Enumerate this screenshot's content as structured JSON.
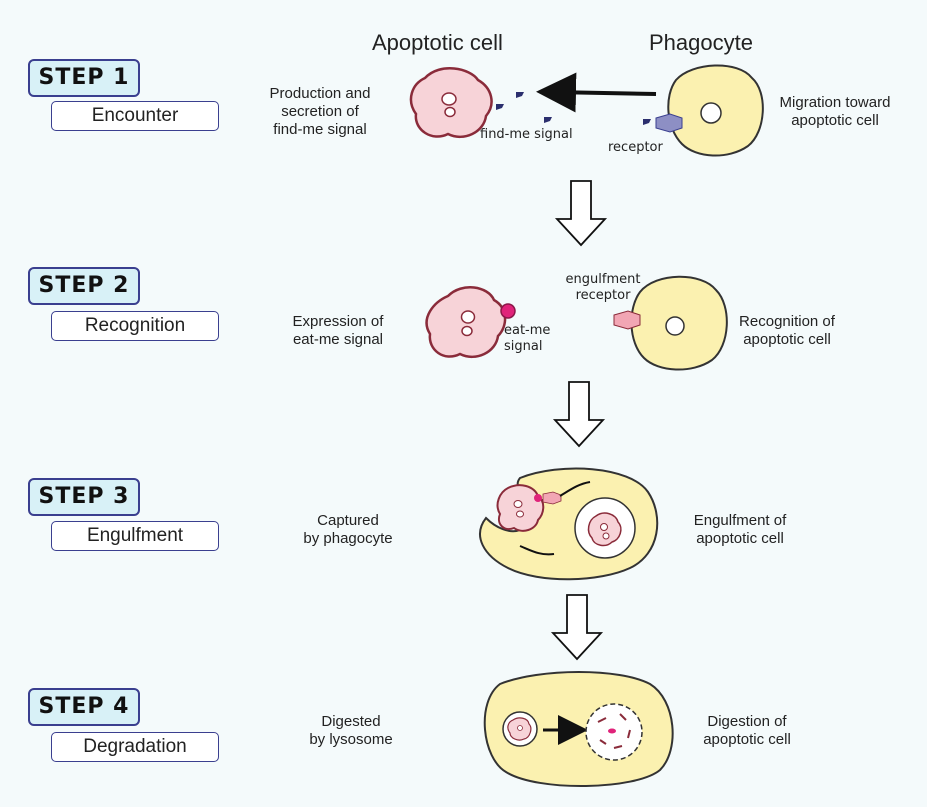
{
  "header": {
    "apoptotic_cell": "Apoptotic cell",
    "phagocyte": "Phagocyte"
  },
  "steps": [
    {
      "badge": "STEP 1",
      "name": "Encounter",
      "left_text": "Production and\nsecretion of\nfind-me signal",
      "right_text": "Migration toward\napoptotic cell",
      "labels": [
        "find-me signal",
        "receptor"
      ]
    },
    {
      "badge": "STEP 2",
      "name": "Recognition",
      "left_text": "Expression of\neat-me signal",
      "right_text": "Recognition of\napoptotic cell",
      "labels": [
        "engulfment\nreceptor",
        "eat-me\nsignal"
      ]
    },
    {
      "badge": "STEP 3",
      "name": "Engulfment",
      "left_text": "Captured\nby phagocyte",
      "right_text": "Engulfment of\napoptotic cell",
      "labels": []
    },
    {
      "badge": "STEP 4",
      "name": "Degradation",
      "left_text": "Digested\nby lysosome",
      "right_text": "Digestion of\napoptotic cell",
      "labels": []
    }
  ],
  "colors": {
    "badge_fill": "#d8f1f7",
    "badge_border": "#3a3f8f",
    "apoptotic_fill": "#f7d3d8",
    "apoptotic_border": "#8a2b3a",
    "phagocyte_fill": "#fbf1b0",
    "signal": "#2b2f6e",
    "eat_me": "#e0237a"
  }
}
